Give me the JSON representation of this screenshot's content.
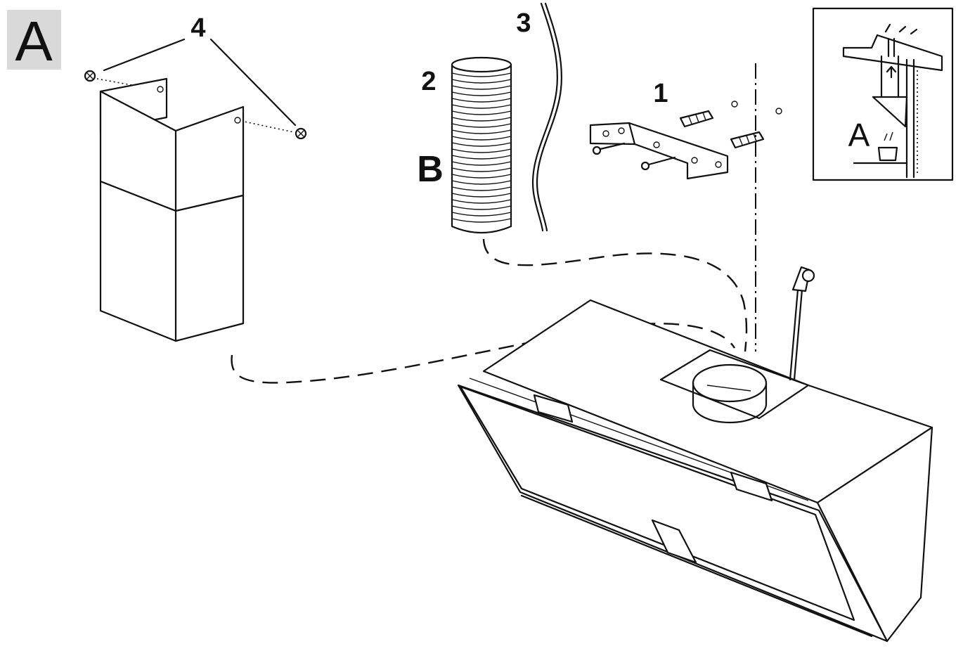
{
  "diagram": {
    "step_label": "A",
    "part_labels": {
      "bracket": "1",
      "duct": "2",
      "cable": "3",
      "chimney_screws": "4",
      "duct_variant": "B"
    },
    "inset_label": "A"
  }
}
